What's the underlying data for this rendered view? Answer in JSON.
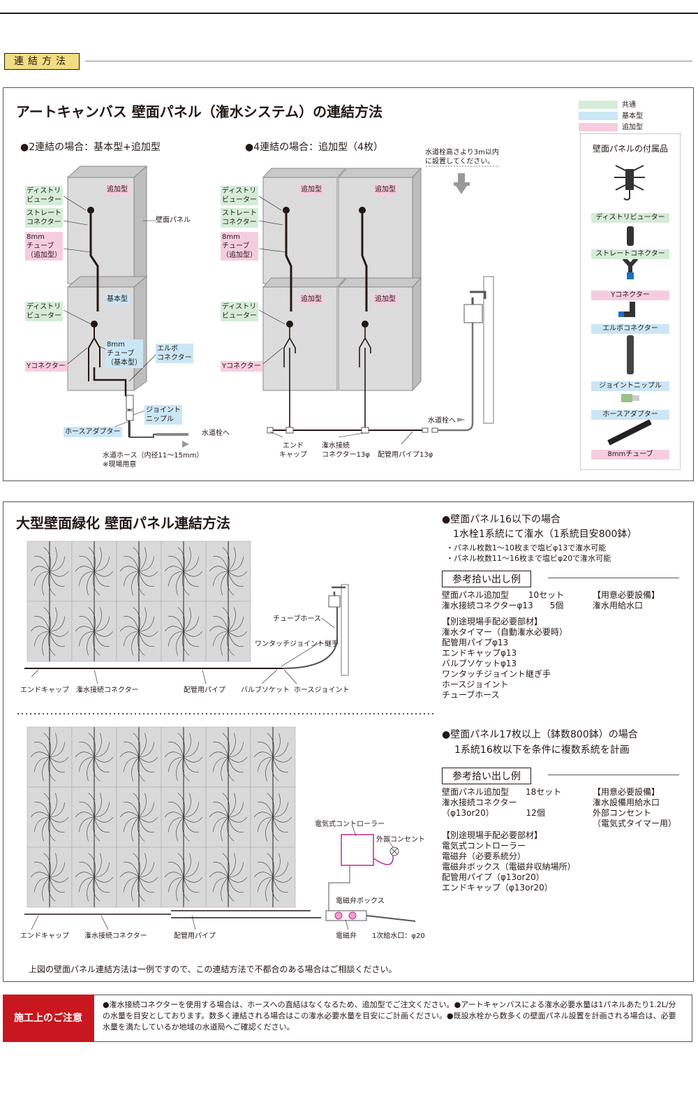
{
  "header": {
    "section_tab": "連結方法"
  },
  "top": {
    "title": "アートキャンバス 壁面パネル（潅水システム）の連結方法",
    "legend": [
      {
        "label": "共通",
        "color": "#d5ecd8"
      },
      {
        "label": "基本型",
        "color": "#cbe6f5"
      },
      {
        "label": "追加型",
        "color": "#f6cddf"
      }
    ],
    "case2": {
      "heading": "●2連結の場合：基本型+追加型",
      "panel_top": "追加型",
      "panel_bottom": "基本型",
      "wall_label": "壁面パネル",
      "lbl_distributor": "ディストリ\nビューター",
      "lbl_straight": "ストレート\nコネクター",
      "lbl_tube_add": "8mm\nチューブ\n（追加型）",
      "lbl_distributor2": "ディストリ\nビューター",
      "lbl_y": "Yコネクター",
      "lbl_tube_basic": "8mm\nチューブ\n（基本型）",
      "lbl_elbow": "エルボ\nコネクター",
      "lbl_nipple": "ジョイント\nニップル",
      "lbl_hose_adapter": "ホースアダプター",
      "lbl_to_tap": "水道栓へ",
      "lbl_hose": "水道ホース（内径11〜15mm）\n※現場用意"
    },
    "case4": {
      "heading": "●4連結の場合：追加型（4枚）",
      "panels": [
        "追加型",
        "追加型",
        "追加型",
        "追加型"
      ],
      "lbl_distributor": "ディストリ\nビューター",
      "lbl_straight": "ストレート\nコネクター",
      "lbl_tube_add": "8mm\nチューブ\n（追加型）",
      "lbl_distributor2": "ディストリ\nビューター",
      "lbl_y": "Yコネクター",
      "lbl_end_cap": "エンド\nキャップ",
      "lbl_connector": "潅水接続\nコネクター13φ",
      "lbl_pipe": "配管用パイプ13φ",
      "lbl_to_tap": "水道栓へ",
      "tap_note": "水道栓高さより3m以内\nに設置してください。"
    },
    "accessories": {
      "heading": "壁面パネルの付属品",
      "items": [
        {
          "label": "ディストリビューター",
          "color": "#d5ecd8",
          "icon": "distributor-icon"
        },
        {
          "label": "ストレートコネクター",
          "color": "#d5ecd8",
          "icon": "straight-connector-icon"
        },
        {
          "label": "Yコネクター",
          "color": "#f6cddf",
          "icon": "y-connector-icon"
        },
        {
          "label": "エルボコネクター",
          "color": "#cbe6f5",
          "icon": "elbow-connector-icon"
        },
        {
          "label": "ジョイントニップル",
          "color": "#cbe6f5",
          "icon": "joint-nipple-icon"
        },
        {
          "label": "ホースアダプター",
          "color": "#cbe6f5",
          "icon": "hose-adapter-icon"
        },
        {
          "label": "8mmチューブ",
          "color": "#f6cddf",
          "icon": "tube-icon"
        }
      ]
    }
  },
  "bottom": {
    "title": "大型壁面緑化 壁面パネル連結方法",
    "caseA": {
      "heading1": "●壁面パネル16以下の場合",
      "heading2": "1水栓1系統にて潅水（1系統目安800鉢）",
      "bullets": [
        "・パネル枚数1〜10枚まで塩ビφ13で潅水可能",
        "・パネル枚数11〜16枚まで塩ビφ20で潅水可能"
      ],
      "ref_tab": "参考拾い出し例",
      "left_list": "壁面パネル追加型　　 10セット\n潅水接続コネクターφ13　　5個",
      "right_list": "【用意必要設備】\n潅水用給水口",
      "extra_list": "【別途現場手配必要部材】\n潅水タイマー（自動潅水必要時）\n配管用パイプφ13\nエンドキャップφ13\nバルブソケットφ13\nワンタッチジョイント継ぎ手\nホースジョイント\nチューブホース",
      "diagram_labels": {
        "end_cap": "エンドキャップ",
        "connector": "潅水接続コネクター",
        "pipe": "配管用パイプ",
        "valve": "バルブソケット",
        "hose_joint": "ホースジョイント",
        "one_touch": "ワンタッチジョイント継手",
        "tube_hose": "チューブホース"
      }
    },
    "caseB": {
      "heading1": "●壁面パネル17枚以上（鉢数800鉢）の場合",
      "heading2": "1系統16枚以下を条件に複数系統を計画",
      "ref_tab": "参考拾い出し例",
      "left_list": "壁面パネル追加型　　18セット\n潅水接続コネクター\n（φ13or20）　　　　 12個",
      "right_list": "【用意必要設備】\n潅水設備用給水口\n外部コンセント\n（電気式タイマー用）",
      "extra_list": "【別途現場手配必要部材】\n電気式コントローラー\n電磁弁（必要系統分）\n電磁弁ボックス（電磁弁収納場所）\n配管用パイプ（φ13or20）\nエンドキャップ（φ13or20）",
      "diagram_labels": {
        "end_cap": "エンドキャップ",
        "connector": "潅水接続コネクター",
        "pipe": "配管用パイプ",
        "controller": "電気式コントローラー",
        "outlet": "外部コンセント",
        "valve_box": "電磁弁ボックス",
        "valve": "電磁弁",
        "inlet": "1次給水口：φ20"
      }
    },
    "footnote": "上図の壁面パネル連結方法は一例ですので、この連結方法で不都合のある場合はご相談ください。"
  },
  "caution": {
    "label": "施工上のご注意",
    "text": "●潅水接続コネクターを使用する場合は、ホースへの直結はなくなるため、追加型でご注文ください。●アートキャンバスによる潅水必要水量は1パネルあたり1.2L/分の水量を目安としております。数多く連結される場合はこの潅水必要水量を目安にご計画ください。●既設水栓から数多くの壁面パネル設置を計画される場合は、必要水量を満たしているか地域の水道局へご確認ください。"
  }
}
